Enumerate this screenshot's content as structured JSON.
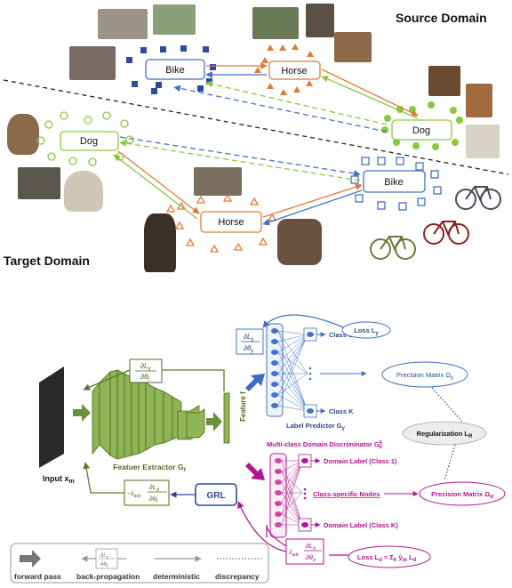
{
  "top": {
    "source_domain": "Source Domain",
    "target_domain": "Target Domain",
    "nodes": {
      "source_bike": "Bike",
      "source_horse": "Horse",
      "source_dog": "Dog",
      "target_dog": "Dog",
      "target_horse": "Horse",
      "target_bike": "Bike"
    }
  },
  "bottom": {
    "input_label": "Input x",
    "input_sub": "m",
    "feature_extractor": "Featuer Extractor G",
    "feature_extractor_sub": "f",
    "feature_label": "Feature f",
    "grl": "GRL",
    "label_predictor": "Label Predictor G",
    "label_predictor_sub": "y",
    "class_1": "Class 1",
    "class_k": "Class K",
    "loss_y": "Loss L",
    "loss_y_sub": "y",
    "precision_y": "Precision Matrix Ω",
    "precision_y_sub": "y",
    "regularization": "Regularization L",
    "regularization_sub": "R",
    "discriminator": "Multi-class Domain Discriminator G",
    "discriminator_sup": "k",
    "discriminator_sub": "d",
    "domain_label_1": "Domain Label (Class 1)",
    "domain_label_k": "Domain Label (Class K)",
    "class_specific": "Class-specific Nodes",
    "precision_d": "Precision Matrix Ω",
    "precision_d_sub": "d",
    "loss_d": "Loss L",
    "loss_d_sub": "d",
    "loss_d_eq": " = Σ",
    "loss_d_eq_sub": "k",
    "grad_y_top": "∂L",
    "grad_y_top_sub": "y",
    "grad_y_bottom": "∂θ",
    "grad_y_bottom_sub": "y",
    "grad_f_top": "∂L",
    "grad_f_top_sub": "y",
    "grad_f_bottom": "∂θ",
    "grad_f_bottom_sub": "f",
    "grad_df_prefix": "−λ",
    "grad_df_prefix_sub": "adv",
    "grad_df_top": "∂L",
    "grad_df_top_sub": "d",
    "grad_df_bottom": "∂θ",
    "grad_df_bottom_sub": "f",
    "grad_dd_prefix": "λ",
    "grad_dd_prefix_sub": "adv",
    "grad_dd_top": "∂L",
    "grad_dd_top_sub": "d",
    "grad_dd_bottom": "∂θ",
    "grad_dd_bottom_sub": "d"
  },
  "legend": {
    "forward_pass": "forward pass",
    "back_propagation": "back-propagation",
    "deterministic": "deterministic",
    "discrepancy": "discrepancy",
    "bp_top": "∂L",
    "bp_top_sub": "y",
    "bp_bottom": "∂θ",
    "bp_bottom_sub": "f"
  },
  "colors": {
    "blue": "#4472c4",
    "orange": "#e07b39",
    "green": "#8dc63f",
    "dark_green": "#5a7a2e",
    "magenta": "#b0168f",
    "navy": "#2e4a8a"
  }
}
